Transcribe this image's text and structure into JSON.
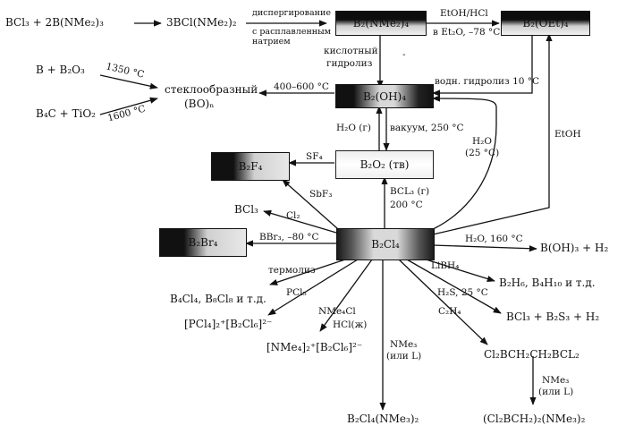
{
  "boxes": {
    "b2nme24": "B₂(NMe₂)₄",
    "b2oet4": "B₂(OEt)₄",
    "b2oh4": "B₂(OH)₄",
    "b2o2": "B₂O₂ (тв)",
    "b2f4": "B₂F₄",
    "b2br4": "B₂Br₄",
    "b2cl4": "B₂Cl₄"
  },
  "species": {
    "bcl3_start": "BCl₃ + 2B(NMe₂)₃",
    "bclnme2": "3BCl(NMe₂)₂",
    "b_b2o3": "B + B₂O₃",
    "b4c_tio2": "B₄C + TiO₂",
    "glassy_line1": "стеклообразный",
    "glassy_line2": "(BO)ₙ",
    "bcl3": "BCl₃",
    "b_oh3_h2": "B(OH)₃ + H₂",
    "b2h6": "B₂H₆, B₄H₁₀ и т.д.",
    "b4cl4": "B₄Cl₄, B₈Cl₈ и т.д.",
    "bcl3_b2s3": "BCl₃ + B₂S₃ + H₂",
    "pcl4_salt": "[PCl₄]₂⁺[B₂Cl₆]²⁻",
    "nme4_salt": "[NMe₄]₂⁺[B₂Cl₆]²⁻",
    "cl2bch2": "Cl₂BCH₂CH₂BCL₂",
    "b2cl4_nme3": "B₂Cl₄(NMe₃)₂",
    "cl2bch2_nme3": "(Cl₂BCH₂)₂(NMe₃)₂"
  },
  "conditions": {
    "dispersion_1": "диспергирование",
    "dispersion_2": "с расплавленным",
    "dispersion_3": "натрием",
    "etoh_hcl": "EtOH/HCl",
    "et2o": "в Et₂O, –78 °C",
    "acid_1": "кислотный",
    "acid_2": "гидролиз",
    "dash": "-",
    "aq_hydrolysis": "водн. гидролиз 10 °C",
    "t1350": "1350 °C",
    "t1600": "1600 °C",
    "t400_600": "400–600 °C",
    "h2o_g": "H₂O (г)",
    "vacuum": "вакуум, 250 °C",
    "h2o_1": "H₂O",
    "h2o_2": "(25 °C)",
    "etoh": "EtOH",
    "sf4": "SF₄",
    "sbf3": "SbF₃",
    "bcl3_g": "BCL₃ (г)",
    "t200": "200 °C",
    "cl2": "Cl₂",
    "bbr3": "BBr₃, –80 °C",
    "h2o_160": "H₂O, 160 °C",
    "libh4": "LiBH₄",
    "thermolysis": "термолиз",
    "h2s": "H₂S, 25 °C",
    "pcl5": "PCl₅",
    "nme4cl": "NMe₄Cl",
    "hcl_l": "HCl(ж)",
    "c2h4": "C₂H₄",
    "nme3_1": "NMe₃",
    "nme3_2": "(или L)",
    "nme3_b_1": "NMe₃",
    "nme3_b_2": "(или L)"
  }
}
